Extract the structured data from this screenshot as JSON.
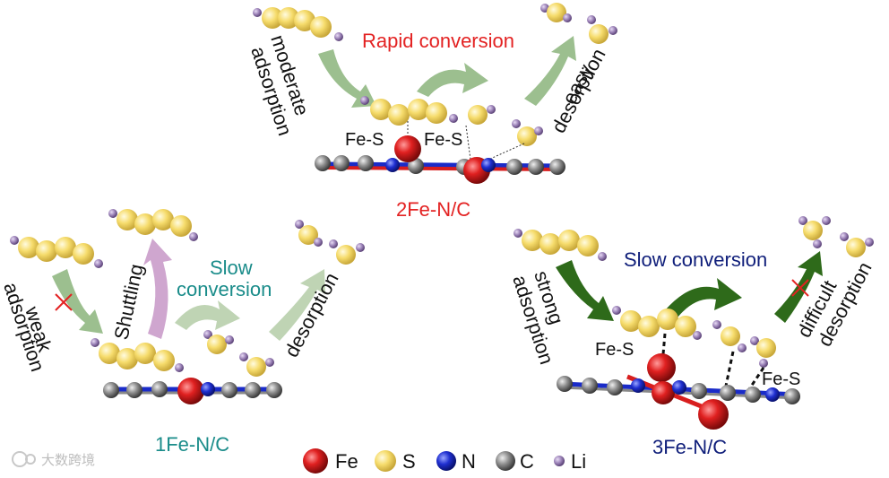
{
  "colors": {
    "fe": "#d81e1e",
    "s": "#f5dc6a",
    "n": "#1a2bc8",
    "c": "#8a8a8a",
    "li": "#9c83b8",
    "rapid": "#e32222",
    "slow_1fe": "#1a8c8a",
    "slow_3fe": "#0f1e7a",
    "arrow_light_green": "#9cbf8f",
    "arrow_dark_green": "#2e6a1a",
    "arrow_pink": "#cfa6cf"
  },
  "icons": [
    "fe-atom-icon",
    "s-atom-icon",
    "n-atom-icon",
    "c-atom-icon",
    "li-atom-icon",
    "cross-mark-icon"
  ],
  "top": {
    "left_label_1": "moderate",
    "left_label_2": "adsorption",
    "conversion": "Rapid conversion",
    "right_label_1": "easy",
    "right_label_2": "desorption",
    "bond_a": "Fe-S",
    "bond_b": "Fe-S",
    "name": "2Fe-N/C"
  },
  "left": {
    "ads_1": "weak",
    "ads_2": "adsorption",
    "shuttle": "Shuttling",
    "conv_1": "Slow",
    "conv_2": "conversion",
    "desorp": "desorption",
    "name": "1Fe-N/C"
  },
  "right": {
    "ads_1": "strong",
    "ads_2": "adsorption",
    "conversion": "Slow conversion",
    "desorp_1": "difficult",
    "desorp_2": "desorption",
    "bond_a": "Fe-S",
    "bond_b": "Fe-S",
    "name": "3Fe-N/C"
  },
  "legend": {
    "fe": "Fe",
    "s": "S",
    "n": "N",
    "c": "C",
    "li": "Li"
  },
  "watermark": "大数跨境"
}
